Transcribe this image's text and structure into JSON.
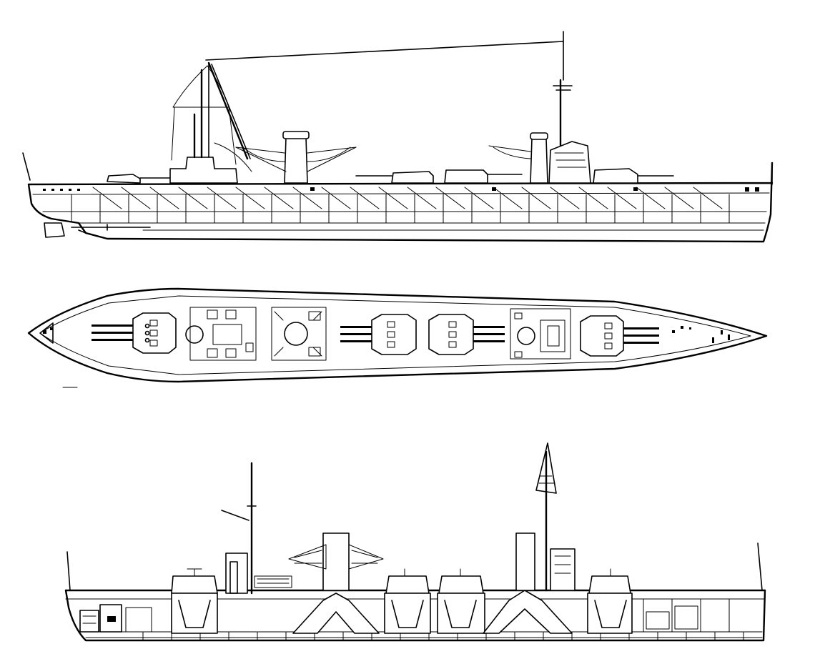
{
  "drawing": {
    "subject": "ship-drawing",
    "views": [
      "side-profile",
      "deck-plan",
      "inboard-section"
    ],
    "main_turrets": 4,
    "funnels": 2,
    "masts": 2
  },
  "colors": {
    "line": "#000000",
    "paper": "#ffffff"
  }
}
